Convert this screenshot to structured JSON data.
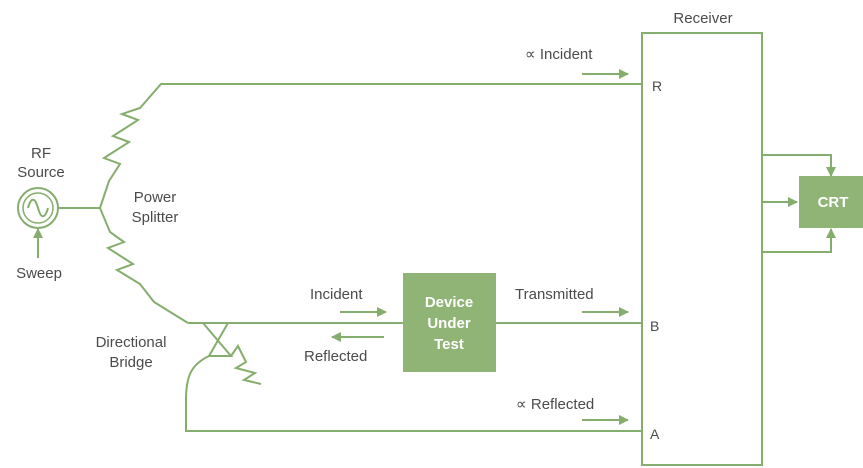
{
  "colors": {
    "accent": "#84ad6e",
    "box_fill": "#8fb475",
    "text": "#4b4b4b",
    "box_text": "#ffffff"
  },
  "receiver": {
    "title": "Receiver",
    "port_r": "R",
    "port_b": "B",
    "port_a": "A"
  },
  "crt": {
    "label": "CRT"
  },
  "dut": {
    "line1": "Device",
    "line2": "Under",
    "line3": "Test"
  },
  "source": {
    "label_line1": "RF",
    "label_line2": "Source",
    "sweep": "Sweep",
    "icon": "sine-wave-source-icon"
  },
  "splitter": {
    "line1": "Power",
    "line2": "Splitter"
  },
  "bridge": {
    "line1": "Directional",
    "line2": "Bridge"
  },
  "signals": {
    "incident_ref": "∝ Incident",
    "incident": "Incident",
    "reflected": "Reflected",
    "transmitted": "Transmitted",
    "reflected_ref": "∝ Reflected"
  }
}
